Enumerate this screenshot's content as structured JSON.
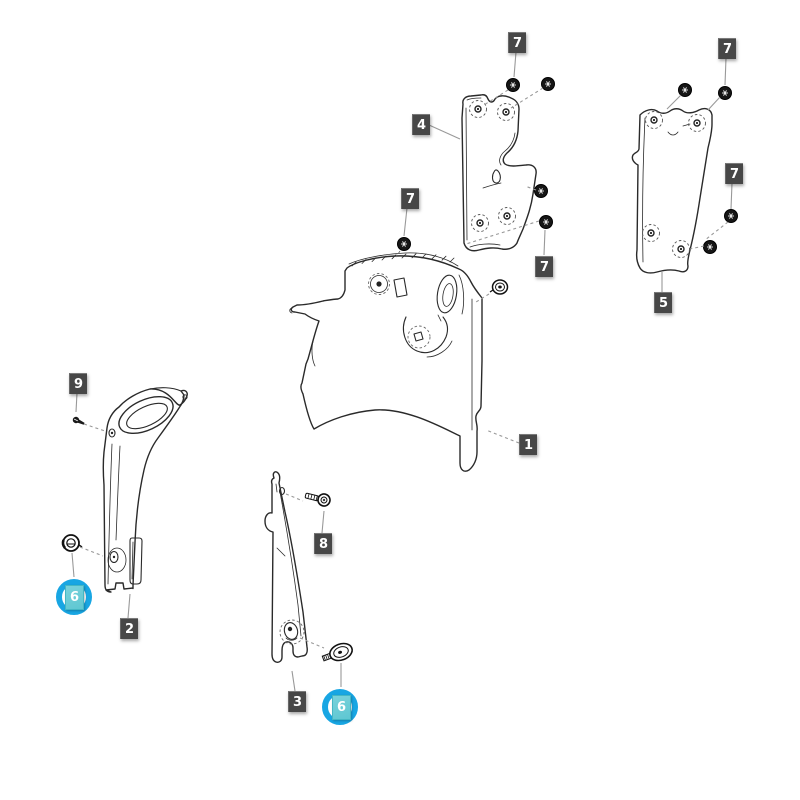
{
  "diagram": {
    "kind": "exploded-parts-diagram",
    "callout_numbers": {
      "n1": "1",
      "n2": "2",
      "n3": "3",
      "n4": "4",
      "n5": "5",
      "n6": "6",
      "n7": "7",
      "n8": "8",
      "n9": "9"
    },
    "highlighted_number": "6",
    "colors": {
      "background": "#ffffff",
      "line": "#2a2a2a",
      "leader": "#999999",
      "label_bg": "#474747",
      "label_text": "#ffffff",
      "highlight_ring": "#18a6e3",
      "highlight_bg": "#5ec7d2",
      "highlight_text": "#ffffff"
    }
  }
}
